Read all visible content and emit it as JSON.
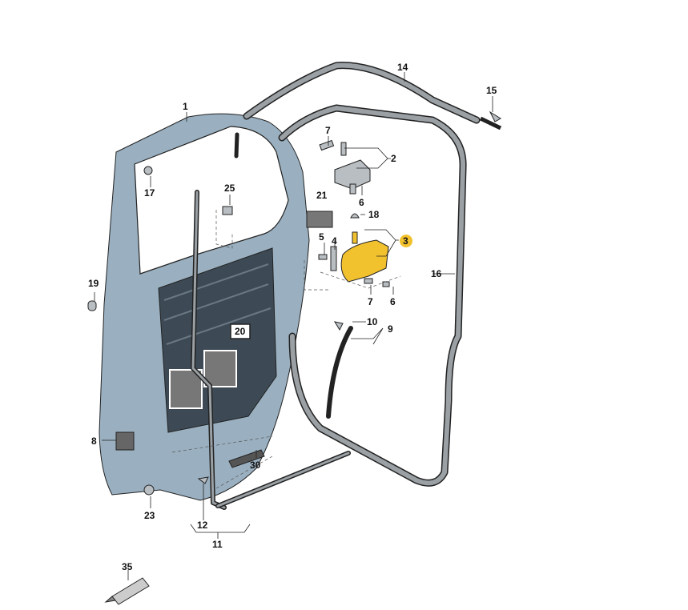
{
  "diagram": {
    "title": "Sliding door parts diagram",
    "highlight_color": "#f2c12e",
    "door_color": "#93a9b9",
    "labels": {
      "p1": "1",
      "p2": "2",
      "p3": "3",
      "p4": "4",
      "p5": "5",
      "p6a": "6",
      "p6b": "6",
      "p7a": "7",
      "p7b": "7",
      "p8": "8",
      "p9": "9",
      "p10": "10",
      "p11": "11",
      "p12": "12",
      "p14": "14",
      "p15": "15",
      "p16": "16",
      "p17": "17",
      "p18": "18",
      "p19": "19",
      "p20": "20",
      "p21": "21",
      "p23": "23",
      "p25": "25",
      "p30": "30",
      "p35": "35"
    }
  }
}
